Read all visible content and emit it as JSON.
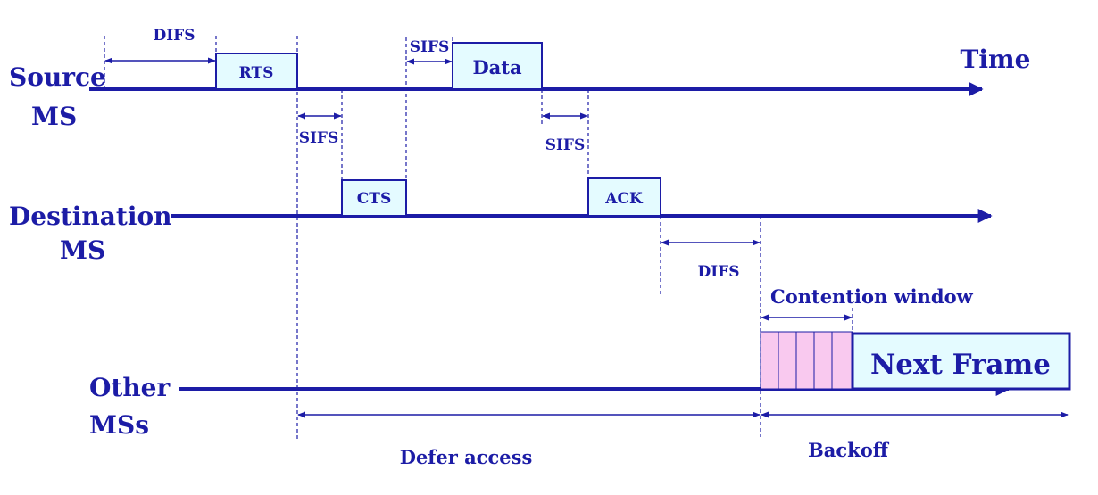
{
  "diagram": {
    "axis_label": "Time",
    "stations": {
      "source": {
        "line1": "Source",
        "line2": "MS"
      },
      "destination": {
        "line1": "Destination",
        "line2": "MS"
      },
      "other": {
        "line1": "Other",
        "line2": "MSs"
      }
    },
    "frames": {
      "rts": "RTS",
      "data": "Data",
      "cts": "CTS",
      "ack": "ACK",
      "next": "Next Frame"
    },
    "intervals": {
      "difs_start": "DIFS",
      "sifs_1": "SIFS",
      "sifs_2": "SIFS",
      "sifs_3": "SIFS",
      "difs_end": "DIFS",
      "contention_window": "Contention window",
      "defer_access": "Defer access",
      "backoff": "Backoff"
    },
    "colors": {
      "line": "#1c1ca6",
      "frame_fill": "#e4fbff",
      "contention_fill": "#f9c9ef"
    }
  }
}
